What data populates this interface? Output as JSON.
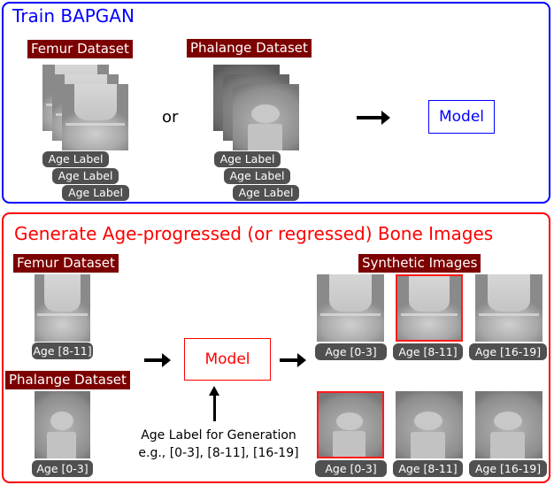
{
  "train": {
    "title": "Train BAPGAN",
    "femur_label": "Femur Dataset",
    "phalange_label": "Phalange Dataset",
    "or_text": "or",
    "age_label": "Age Label",
    "model_label": "Model",
    "color": "#0000ff"
  },
  "generate": {
    "title": "Generate Age-progressed (or regressed) Bone Images",
    "femur_label": "Femur Dataset",
    "femur_age": "Age [8-11]",
    "phalange_label": "Phalange Dataset",
    "phalange_age": "Age [0-3]",
    "model_label": "Model",
    "gen_line1": "Age Label for Generation",
    "gen_line2": "e.g., [0-3], [8-11], [16-19]",
    "synthetic_label": "Synthetic Images",
    "femur_outputs": [
      "Age [0-3]",
      "Age [8-11]",
      "Age [16-19]"
    ],
    "phalange_outputs": [
      "Age [0-3]",
      "Age [8-11]",
      "Age [16-19]"
    ],
    "color": "#ff0000",
    "label_bg": "#7d0000"
  }
}
